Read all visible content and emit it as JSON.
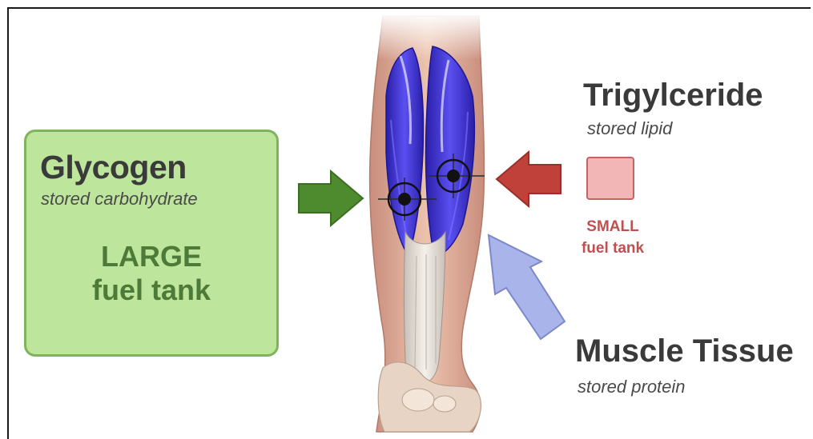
{
  "glycogen": {
    "title": "Glycogen",
    "subtitle": "stored carbohydrate",
    "size_line1": "LARGE",
    "size_line2": "fuel tank"
  },
  "trigylceride": {
    "title": "Trigylceride",
    "subtitle": "stored lipid",
    "size_line1": "SMALL",
    "size_line2": "fuel tank"
  },
  "muscle": {
    "title": "Muscle Tissue",
    "subtitle": "stored protein"
  },
  "colors": {
    "glycogen_fill": "#bde59b",
    "glycogen_border": "#7eb45c",
    "glycogen_arrow": "#4e8a2e",
    "lipid_arrow": "#c0403a",
    "lipid_square": "#f3b6b6",
    "protein_arrow": "#a9b4ea",
    "muscle_blue": "#3b2fd0",
    "skin": "#e7b7a0"
  },
  "icons": [
    "glycogen-arrow-icon",
    "lipid-arrow-icon",
    "protein-arrow-icon",
    "target-marker-icon"
  ]
}
